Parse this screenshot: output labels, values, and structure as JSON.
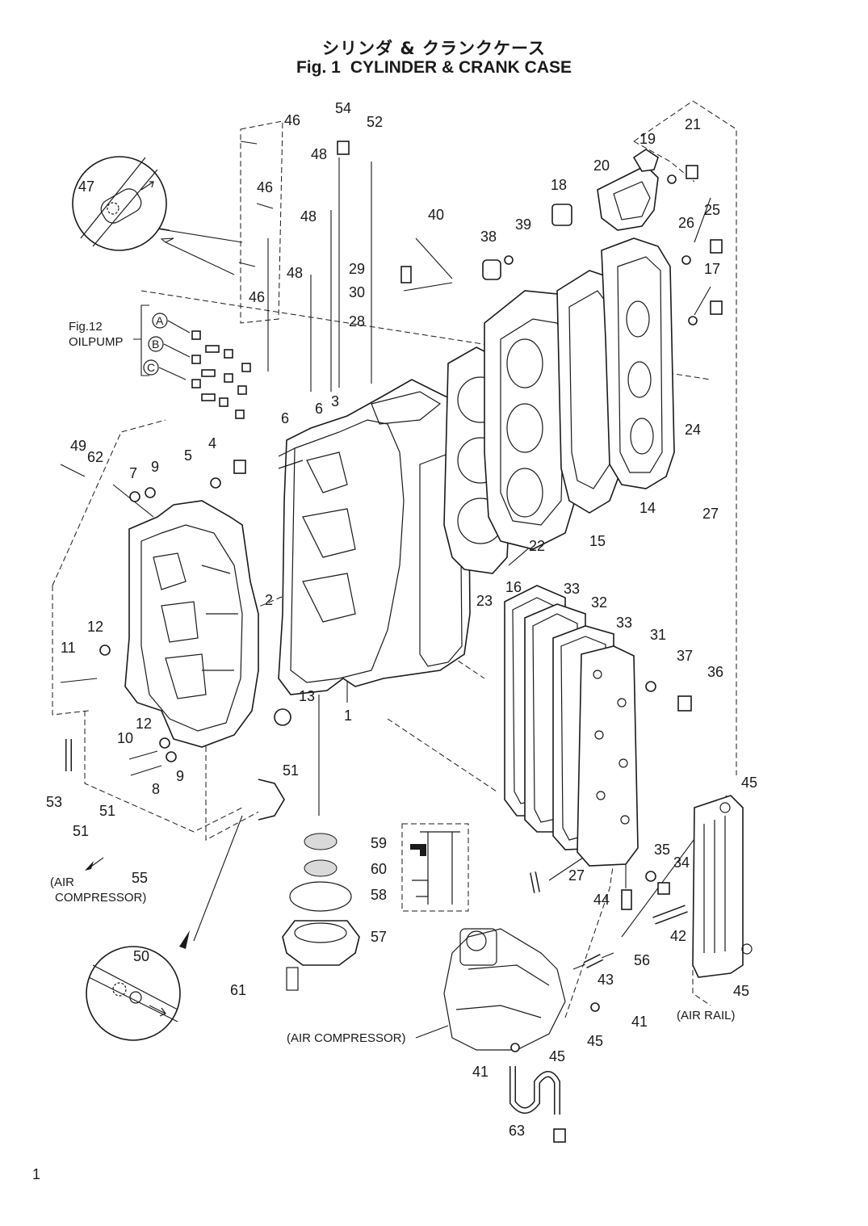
{
  "title": {
    "jp": "シリンダ & クランクケース",
    "fig": "Fig. 1",
    "en": "CYLINDER & CRANK CASE"
  },
  "page_number": "1",
  "side_notes": {
    "fig12": "Fig.12",
    "oilpump": "OILPUMP",
    "circle_a": "A",
    "circle_b": "B",
    "circle_c": "C",
    "air_compressor_left_1": "(AIR",
    "air_compressor_left_2": "COMPRESSOR)",
    "air_compressor_bottom": "(AIR COMPRESSOR)",
    "air_rail": "(AIR RAIL)"
  },
  "callouts": [
    {
      "id": "c46a",
      "text": "46"
    },
    {
      "id": "c54",
      "text": "54"
    },
    {
      "id": "c52",
      "text": "52"
    },
    {
      "id": "c48a",
      "text": "48"
    },
    {
      "id": "c46b",
      "text": "46"
    },
    {
      "id": "c48b",
      "text": "48"
    },
    {
      "id": "c48c",
      "text": "48"
    },
    {
      "id": "c46c",
      "text": "46"
    },
    {
      "id": "c47",
      "text": "47"
    },
    {
      "id": "c40",
      "text": "40"
    },
    {
      "id": "c18",
      "text": "18"
    },
    {
      "id": "c19",
      "text": "19"
    },
    {
      "id": "c21",
      "text": "21"
    },
    {
      "id": "c20",
      "text": "20"
    },
    {
      "id": "c38",
      "text": "38"
    },
    {
      "id": "c39",
      "text": "39"
    },
    {
      "id": "c26",
      "text": "26"
    },
    {
      "id": "c25",
      "text": "25"
    },
    {
      "id": "c29",
      "text": "29"
    },
    {
      "id": "c30",
      "text": "30"
    },
    {
      "id": "c28",
      "text": "28"
    },
    {
      "id": "c17",
      "text": "17"
    },
    {
      "id": "c24",
      "text": "24"
    },
    {
      "id": "c6a",
      "text": "6"
    },
    {
      "id": "c6b",
      "text": "6"
    },
    {
      "id": "c3",
      "text": "3"
    },
    {
      "id": "c49",
      "text": "49"
    },
    {
      "id": "c62",
      "text": "62"
    },
    {
      "id": "c4",
      "text": "4"
    },
    {
      "id": "c5",
      "text": "5"
    },
    {
      "id": "c7",
      "text": "7"
    },
    {
      "id": "c9a",
      "text": "9"
    },
    {
      "id": "c14",
      "text": "14"
    },
    {
      "id": "c27a",
      "text": "27"
    },
    {
      "id": "c15",
      "text": "15"
    },
    {
      "id": "c22",
      "text": "22"
    },
    {
      "id": "c16",
      "text": "16"
    },
    {
      "id": "c2",
      "text": "2"
    },
    {
      "id": "c23",
      "text": "23"
    },
    {
      "id": "c33a",
      "text": "33"
    },
    {
      "id": "c32",
      "text": "32"
    },
    {
      "id": "c33b",
      "text": "33"
    },
    {
      "id": "c31",
      "text": "31"
    },
    {
      "id": "c37",
      "text": "37"
    },
    {
      "id": "c36",
      "text": "36"
    },
    {
      "id": "c12a",
      "text": "12"
    },
    {
      "id": "c11",
      "text": "11"
    },
    {
      "id": "c13",
      "text": "13"
    },
    {
      "id": "c1",
      "text": "1"
    },
    {
      "id": "c12b",
      "text": "12"
    },
    {
      "id": "c10",
      "text": "10"
    },
    {
      "id": "c9b",
      "text": "9"
    },
    {
      "id": "c8",
      "text": "8"
    },
    {
      "id": "c53",
      "text": "53"
    },
    {
      "id": "c51a",
      "text": "51"
    },
    {
      "id": "c51b",
      "text": "51"
    },
    {
      "id": "c51c",
      "text": "51"
    },
    {
      "id": "c55",
      "text": "55"
    },
    {
      "id": "c45a",
      "text": "45"
    },
    {
      "id": "c59",
      "text": "59"
    },
    {
      "id": "c60",
      "text": "60"
    },
    {
      "id": "c58",
      "text": "58"
    },
    {
      "id": "c57",
      "text": "57"
    },
    {
      "id": "c27b",
      "text": "27"
    },
    {
      "id": "c35",
      "text": "35"
    },
    {
      "id": "c34",
      "text": "34"
    },
    {
      "id": "c44",
      "text": "44"
    },
    {
      "id": "c42",
      "text": "42"
    },
    {
      "id": "c56",
      "text": "56"
    },
    {
      "id": "c50",
      "text": "50"
    },
    {
      "id": "c61",
      "text": "61"
    },
    {
      "id": "c43",
      "text": "43"
    },
    {
      "id": "c45b",
      "text": "45"
    },
    {
      "id": "c41a",
      "text": "41"
    },
    {
      "id": "c45c",
      "text": "45"
    },
    {
      "id": "c45d",
      "text": "45"
    },
    {
      "id": "c41b",
      "text": "41"
    },
    {
      "id": "c63",
      "text": "63"
    }
  ]
}
